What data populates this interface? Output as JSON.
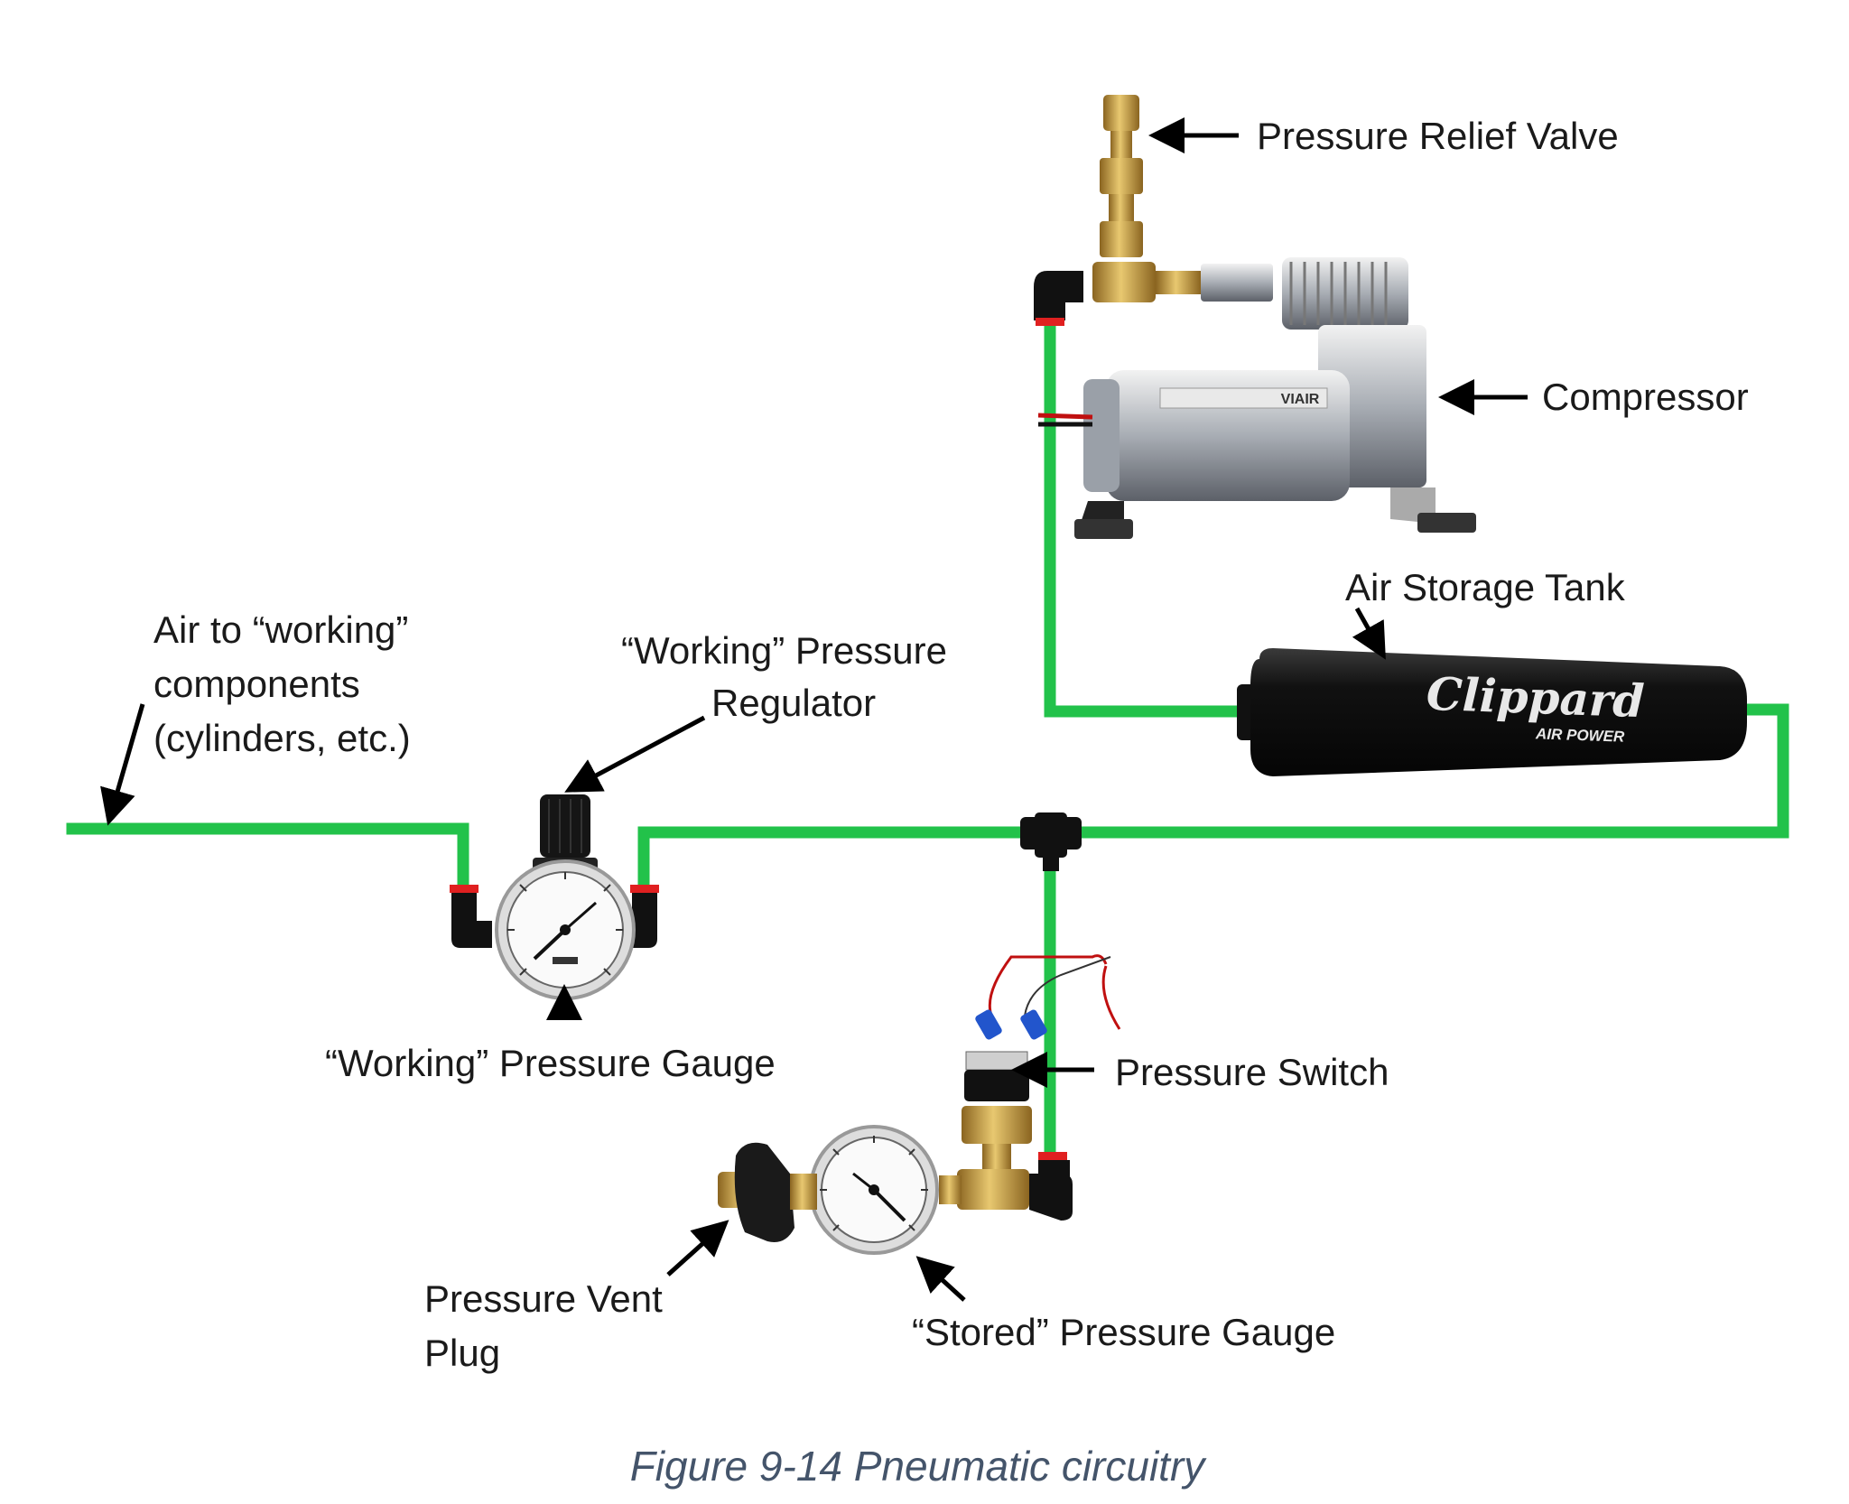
{
  "labels": {
    "relief_valve": "Pressure Relief Valve",
    "compressor": "Compressor",
    "storage_tank": "Air Storage Tank",
    "air_to_working_1": "Air to “working”",
    "air_to_working_2": "components",
    "air_to_working_3": "(cylinders, etc.)",
    "working_regulator_1": "“Working” Pressure",
    "working_regulator_2": "Regulator",
    "working_gauge": "“Working” Pressure Gauge",
    "pressure_switch": "Pressure Switch",
    "vent_plug_1": "Pressure Vent",
    "vent_plug_2": "Plug",
    "stored_gauge": "“Stored” Pressure Gauge"
  },
  "tank_brand": {
    "name": "Clippard",
    "tagline": "AIR POWER"
  },
  "compressor_brand": "VIAIR",
  "caption": "Figure 9-14 Pneumatic circuitry",
  "colors": {
    "pipe": "#22c24a",
    "fitting_red": "#e02020",
    "brass": "#c8a040",
    "caption": "#44546a"
  }
}
